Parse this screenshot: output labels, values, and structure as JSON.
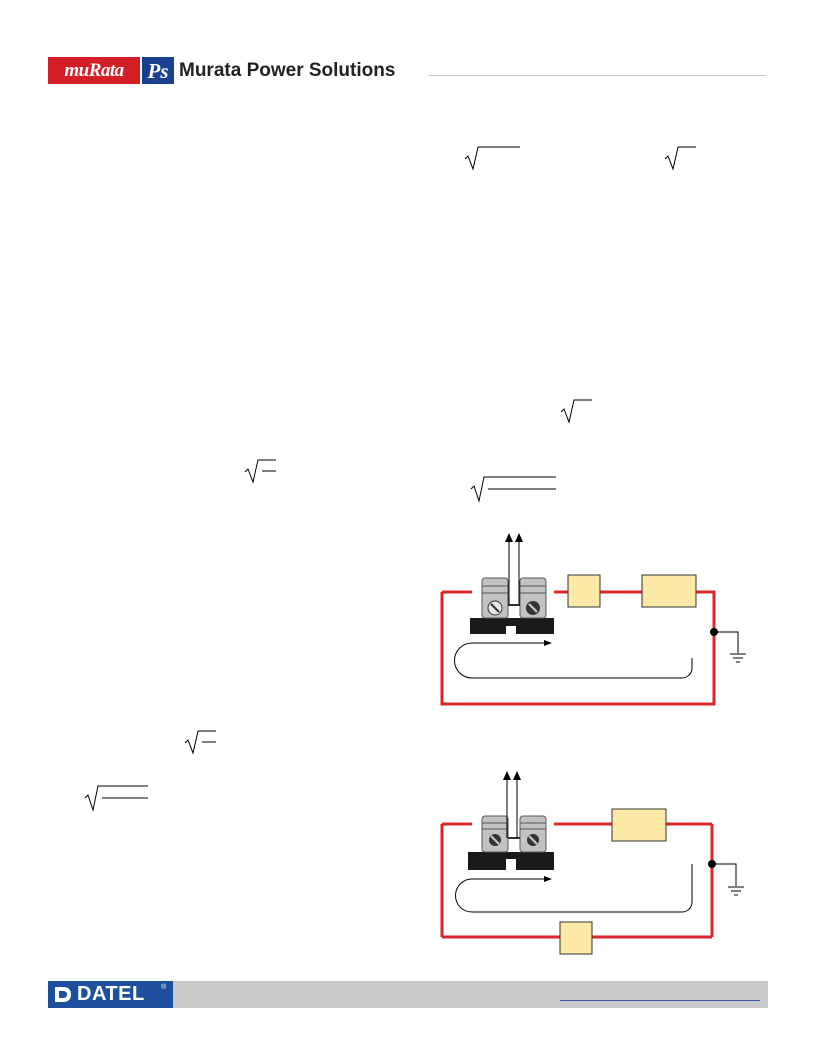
{
  "header": {
    "logo_murata": "muRata",
    "logo_ps": "Ps",
    "company_name": "Murata Power Solutions"
  },
  "footer": {
    "datel_logo": "DATEL",
    "registered_mark": "®"
  },
  "colors": {
    "murata_red": "#d31f26",
    "ps_blue": "#1b3f8f",
    "datel_blue": "#1d4f9c",
    "footer_gray": "#c9cacc",
    "circuit_red": "#d9262c",
    "box_yellow": "#fde9a5"
  },
  "icons": [
    "radical-sign",
    "current-probe",
    "ground-symbol",
    "datel-mark"
  ]
}
